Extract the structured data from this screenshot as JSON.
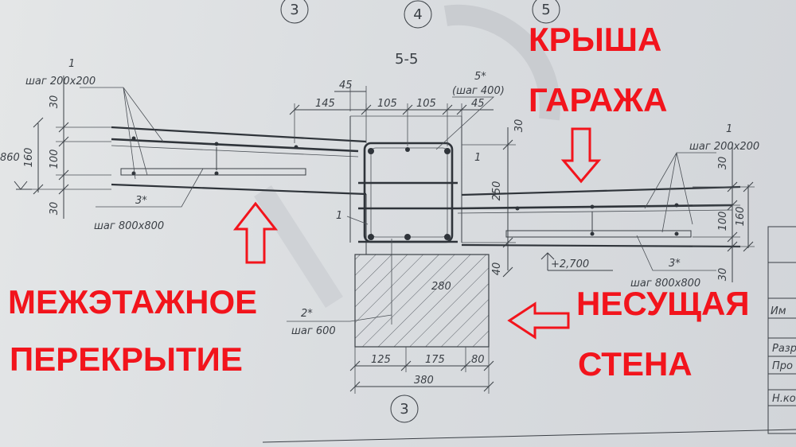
{
  "section_title": "5-5",
  "axes": {
    "top": [
      "3",
      "4",
      "5"
    ],
    "bottom": "3"
  },
  "dimensions": {
    "left_vertical": [
      "30",
      "100",
      "30"
    ],
    "left_total": "160",
    "level_left": "860",
    "top_horizontal": [
      "145",
      "105",
      "105",
      "45"
    ],
    "top_45": "45",
    "beam_height": "250",
    "beam_top": "30",
    "wall_top": "40",
    "right_vertical": [
      "30",
      "100",
      "30"
    ],
    "right_total": "160",
    "level_right": "+2,700",
    "wall_width_inner": "280",
    "bottom_horizontal": [
      "125",
      "175",
      "80"
    ],
    "bottom_total": "380"
  },
  "rebar": {
    "left_top_mark": "1",
    "left_top_step": "шаг 200х200",
    "left_bottom_mark": "3*",
    "left_bottom_step": "шаг 800х800",
    "top_mark": "5*",
    "top_step": "(шаг 400)",
    "beam_mark_1": "1",
    "beam_mark_2": "1",
    "right_top_mark": "1",
    "right_top_step": "шаг 200х200",
    "right_bottom_mark": "3*",
    "right_bottom_step": "шаг 800х800",
    "wall_mark": "2*",
    "wall_step": "шаг 600"
  },
  "annotations": {
    "roof_line1": "КРЫША",
    "roof_line2": "ГАРАЖА",
    "floor_line1": "МЕЖЭТАЖНОЕ",
    "floor_line2": "ПЕРЕКРЫТИЕ",
    "wall_line1": "НЕСУЩАЯ",
    "wall_line2": "СТЕНА"
  },
  "title_block": [
    "Им",
    "Разр",
    "Про",
    "Н.ко"
  ],
  "colors": {
    "annotation": "#f2141c",
    "drawing": "#2f343a",
    "paper": "#dcdfe1"
  }
}
